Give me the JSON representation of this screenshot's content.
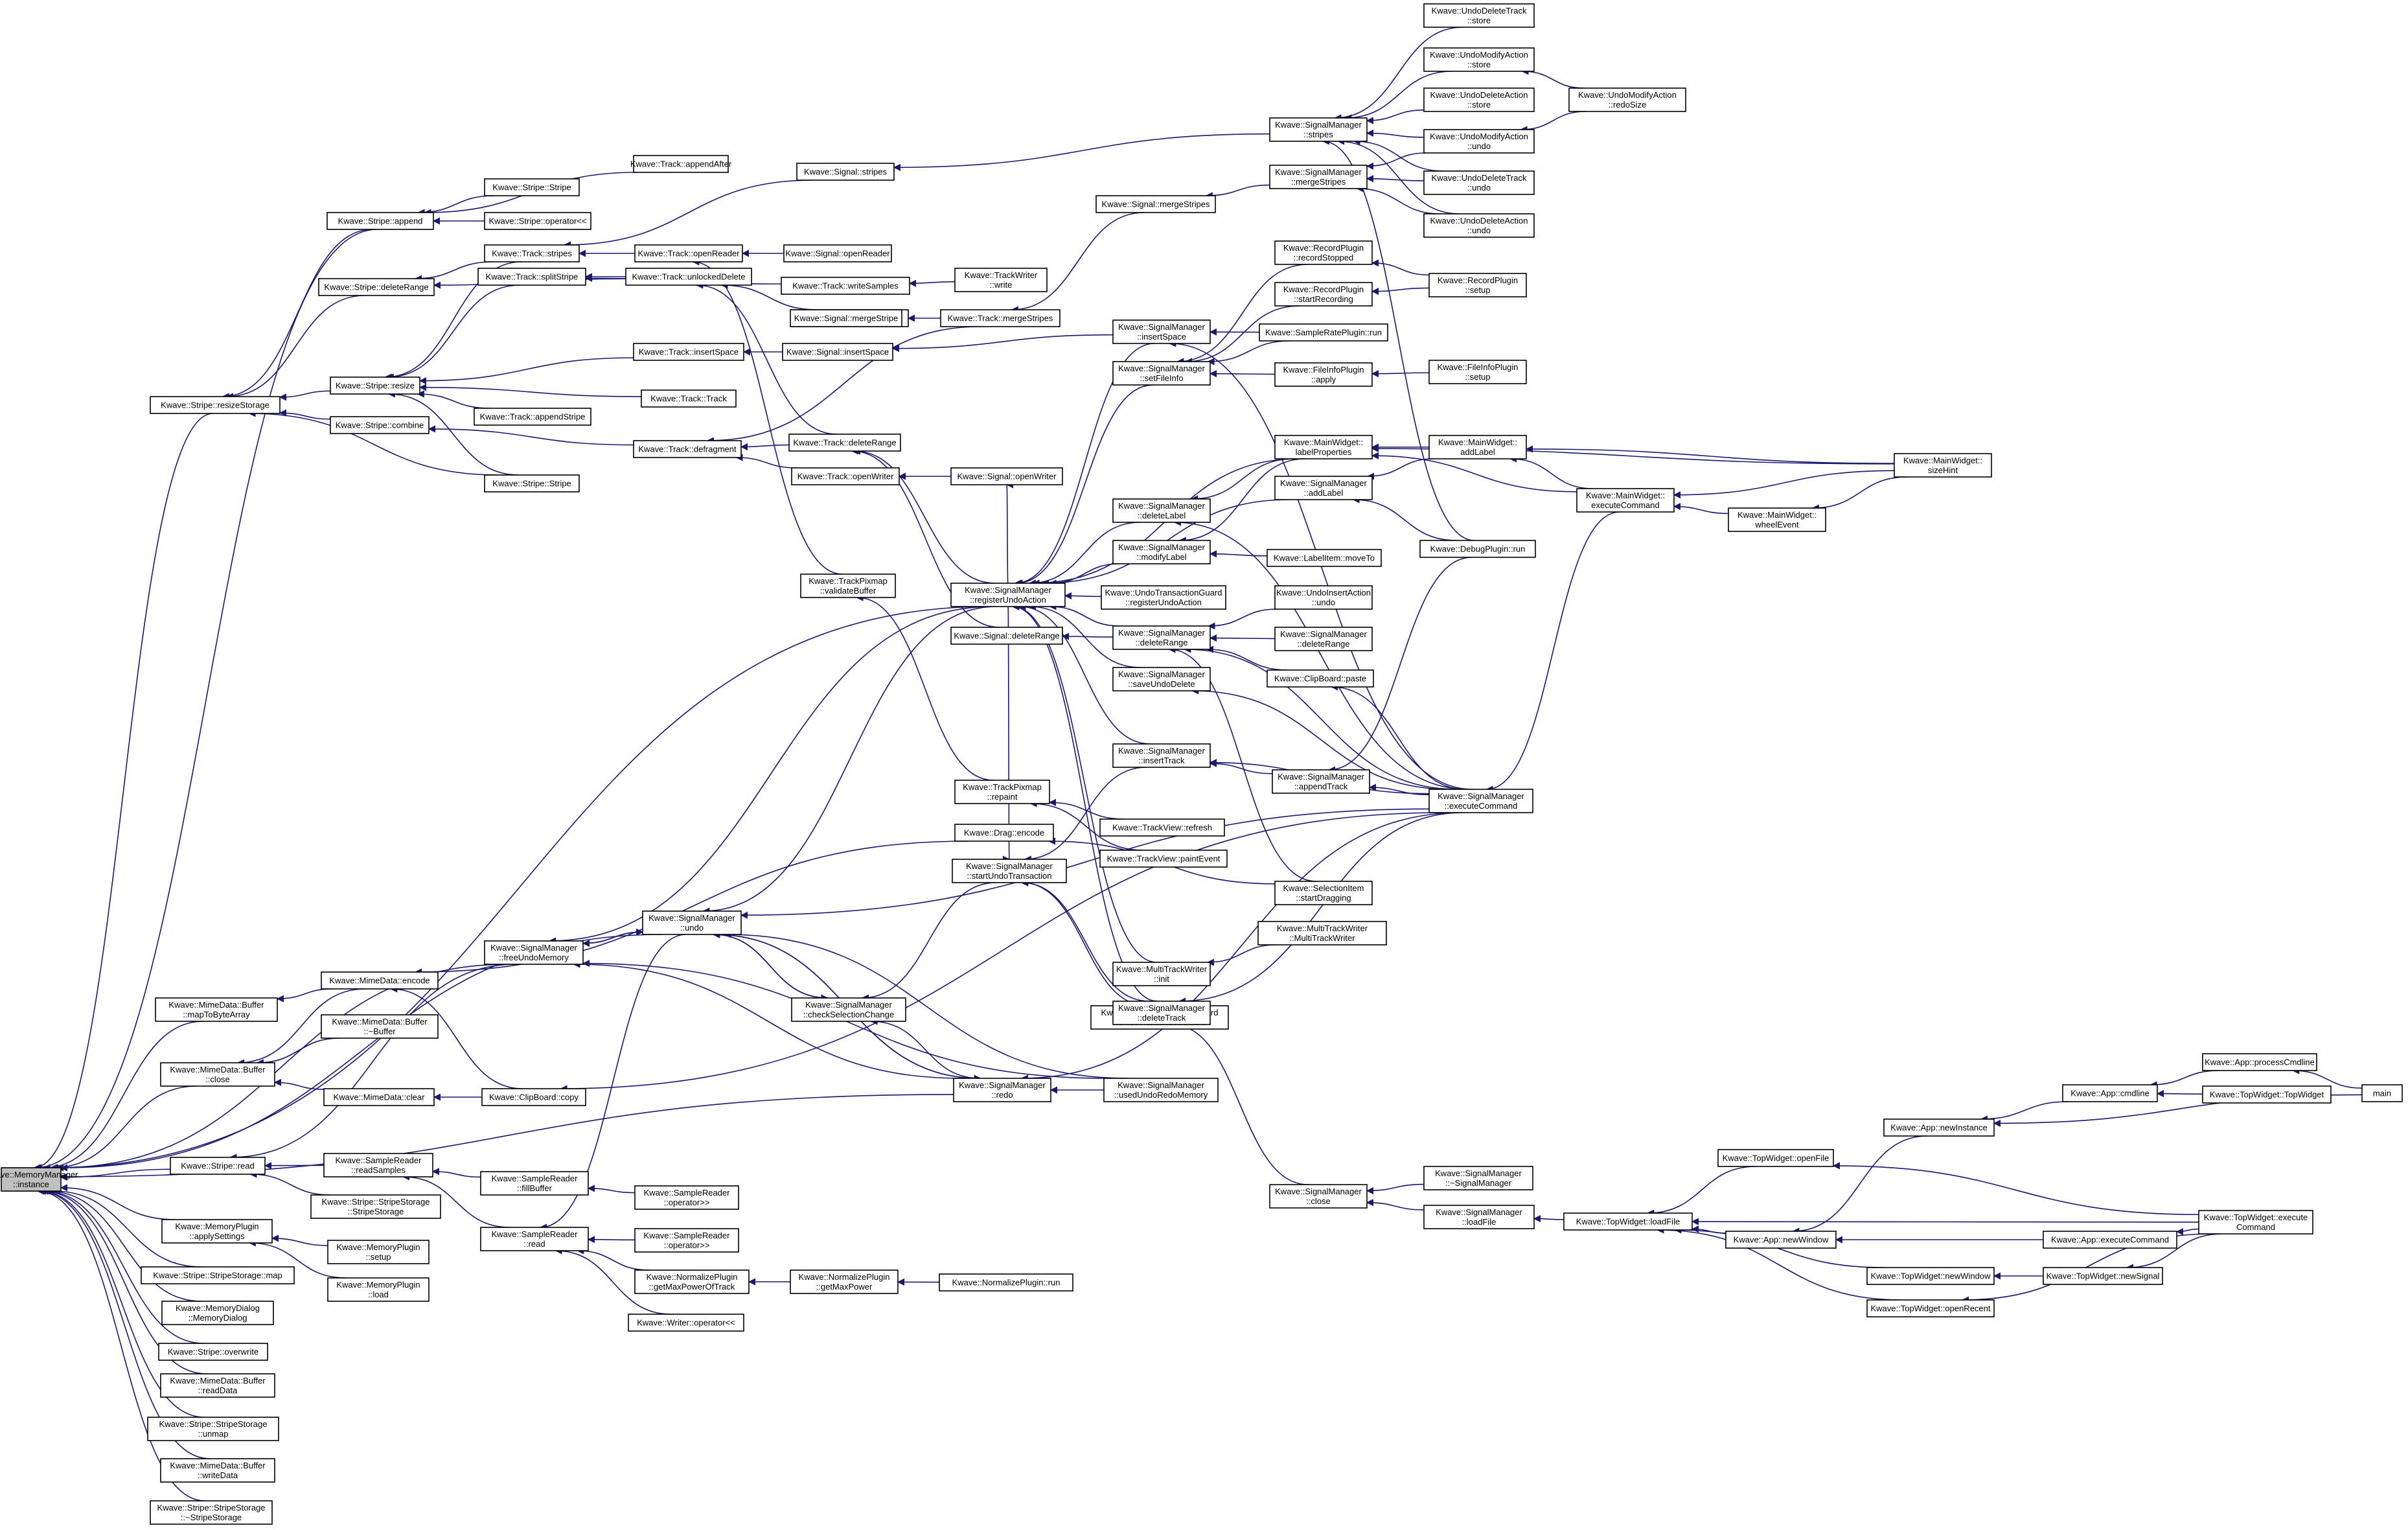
{
  "colors": {
    "edge": "#191970",
    "node_border": "#000000",
    "root_fill": "#bfbfbf",
    "node_fill": "#ffffff"
  },
  "nodes": {
    "mm": {
      "lines": [
        "Kwave::MemoryManager",
        "::instance"
      ],
      "root": true
    },
    "ch_i": {
      "lines": [
        "Kwave::Stripe::append"
      ]
    },
    "ch_ii": {
      "lines": [
        "Kwave::Stripe::resizeStorage"
      ]
    },
    "ch_iii": {
      "lines": [
        "Kwave::MimeData::Buffer",
        "::mapToByteArray"
      ]
    },
    "ch_iv": {
      "lines": [
        "Kwave::MimeData::Buffer",
        "::close"
      ]
    },
    "ch_v": {
      "lines": [
        "Kwave::Stripe::read"
      ]
    },
    "ch_vi": {
      "lines": [
        "Kwave::MemoryPlugin",
        "::applySettings"
      ]
    },
    "ch_vii": {
      "lines": [
        "Kwave::Stripe::StripeStorage::map"
      ]
    },
    "ch_viii": {
      "lines": [
        "Kwave::MemoryDialog",
        "::MemoryDialog"
      ]
    },
    "ch_ix": {
      "lines": [
        "Kwave::Stripe::overwrite"
      ]
    },
    "ch_x": {
      "lines": [
        "Kwave::MimeData::Buffer",
        "::readData"
      ]
    },
    "ch_xi": {
      "lines": [
        "Kwave::Stripe::StripeStorage",
        "::unmap"
      ]
    },
    "ch_xii": {
      "lines": [
        "Kwave::MimeData::Buffer",
        "::writeData"
      ]
    },
    "ch_xiii": {
      "lines": [
        "Kwave::Stripe::StripeStorage",
        "::~StripeStorage"
      ]
    },
    "trackAppendAfter": {
      "lines": [
        "Kwave::Track::appendAfter"
      ]
    },
    "stripeStripe1": {
      "lines": [
        "Kwave::Stripe::Stripe"
      ]
    },
    "stripeOpLL": {
      "lines": [
        "Kwave::Stripe::operator<<"
      ]
    },
    "stripeDeleteRange": {
      "lines": [
        "Kwave::Stripe::deleteRange"
      ]
    },
    "stripeResize": {
      "lines": [
        "Kwave::Stripe::resize"
      ]
    },
    "stripeCombine": {
      "lines": [
        "Kwave::Stripe::combine"
      ]
    },
    "stripeStripe2": {
      "lines": [
        "Kwave::Stripe::Stripe"
      ]
    },
    "trackStripes": {
      "lines": [
        "Kwave::Track::stripes"
      ]
    },
    "trackSplitStripe": {
      "lines": [
        "Kwave::Track::splitStripe"
      ]
    },
    "trackAppendStripe": {
      "lines": [
        "Kwave::Track::appendStripe"
      ]
    },
    "trackTrack": {
      "lines": [
        "Kwave::Track::Track"
      ]
    },
    "trackOpenReader": {
      "lines": [
        "Kwave::Track::openReader"
      ]
    },
    "trackUnlockedDelete": {
      "lines": [
        "Kwave::Track::unlockedDelete"
      ]
    },
    "trackInsertSpace": {
      "lines": [
        "Kwave::Track::insertSpace"
      ]
    },
    "trackDefragment": {
      "lines": [
        "Kwave::Track::defragment"
      ]
    },
    "trackOpenWriter": {
      "lines": [
        "Kwave::Track::openWriter"
      ]
    },
    "trackWriteSamples": {
      "lines": [
        "Kwave::Track::writeSamples"
      ]
    },
    "trackMergeStripe": {
      "lines": [
        "Kwave::Track::mergeStripe"
      ]
    },
    "trackDeleteRange": {
      "lines": [
        "Kwave::Track::deleteRange"
      ]
    },
    "trackMergeStripes": {
      "lines": [
        "Kwave::Track::mergeStripes"
      ]
    },
    "signalStripes": {
      "lines": [
        "Kwave::Signal::stripes"
      ]
    },
    "signalOpenReader": {
      "lines": [
        "Kwave::Signal::openReader"
      ]
    },
    "signalMergeStripe": {
      "lines": [
        "Kwave::Signal::mergeStripe"
      ]
    },
    "signalInsertSpace": {
      "lines": [
        "Kwave::Signal::insertSpace"
      ]
    },
    "signalOpenWriter": {
      "lines": [
        "Kwave::Signal::openWriter"
      ]
    },
    "signalMergeStripes": {
      "lines": [
        "Kwave::Signal::mergeStripes"
      ]
    },
    "signalDeleteRange": {
      "lines": [
        "Kwave::Signal::deleteRange"
      ]
    },
    "trackWriterWrite": {
      "lines": [
        "Kwave::TrackWriter",
        "::write"
      ]
    },
    "trackPixmapValidate": {
      "lines": [
        "Kwave::TrackPixmap",
        "::validateBuffer"
      ]
    },
    "trackPixmapRepaint": {
      "lines": [
        "Kwave::TrackPixmap",
        "::repaint"
      ]
    },
    "dragEncode": {
      "lines": [
        "Kwave::Drag::encode"
      ]
    },
    "smStartUndo": {
      "lines": [
        "Kwave::SignalManager",
        "::startUndoTransaction"
      ]
    },
    "smRegisterUndo": {
      "lines": [
        "Kwave::SignalManager",
        "::registerUndoAction"
      ]
    },
    "smFreeUndoMemory": {
      "lines": [
        "Kwave::SignalManager",
        "::freeUndoMemory"
      ]
    },
    "smUndo": {
      "lines": [
        "Kwave::SignalManager",
        "::undo"
      ]
    },
    "smCheckSel": {
      "lines": [
        "Kwave::SignalManager",
        "::checkSelectionChange"
      ]
    },
    "smRedo": {
      "lines": [
        "Kwave::SignalManager",
        "::redo"
      ]
    },
    "smUsedUndoRedo": {
      "lines": [
        "Kwave::SignalManager",
        "::usedUndoRedoMemory"
      ]
    },
    "smInsertSpace": {
      "lines": [
        "Kwave::SignalManager",
        "::insertSpace"
      ]
    },
    "smSetFileInfo": {
      "lines": [
        "Kwave::SignalManager",
        "::setFileInfo"
      ]
    },
    "smDeleteLabel": {
      "lines": [
        "Kwave::SignalManager",
        "::deleteLabel"
      ]
    },
    "smModifyLabel": {
      "lines": [
        "Kwave::SignalManager",
        "::modifyLabel"
      ]
    },
    "undoGuardReg": {
      "lines": [
        "Kwave::UndoTransactionGuard",
        "::registerUndoAction"
      ]
    },
    "smDeleteRange": {
      "lines": [
        "Kwave::SignalManager",
        "::deleteRange"
      ]
    },
    "smSaveUndoDelete": {
      "lines": [
        "Kwave::SignalManager",
        "::saveUndoDelete"
      ]
    },
    "smInsertTrack": {
      "lines": [
        "Kwave::SignalManager",
        "::insertTrack"
      ]
    },
    "trackViewRefresh": {
      "lines": [
        "Kwave::TrackView::refresh"
      ]
    },
    "trackViewPaint": {
      "lines": [
        "Kwave::TrackView::paintEvent"
      ]
    },
    "mtwInit": {
      "lines": [
        "Kwave::MultiTrackWriter",
        "::init"
      ]
    },
    "undoGuardCtor": {
      "lines": [
        "Kwave::UndoTransactionGuard",
        "::UndoTransactionGuard"
      ]
    },
    "smDeleteTrack": {
      "lines": [
        "Kwave::SignalManager",
        "::deleteTrack"
      ]
    },
    "smStripes": {
      "lines": [
        "Kwave::SignalManager",
        "::stripes"
      ]
    },
    "smMergeStripes": {
      "lines": [
        "Kwave::SignalManager",
        "::mergeStripes"
      ]
    },
    "recordStopped": {
      "lines": [
        "Kwave::RecordPlugin",
        "::recordStopped"
      ]
    },
    "recordStart": {
      "lines": [
        "Kwave::RecordPlugin",
        "::startRecording"
      ]
    },
    "sampleRateRun": {
      "lines": [
        "Kwave::SampleRatePlugin::run"
      ]
    },
    "fileInfoApply": {
      "lines": [
        "Kwave::FileInfoPlugin",
        "::apply"
      ]
    },
    "mwLabelProps": {
      "lines": [
        "Kwave::MainWidget::",
        "labelProperties"
      ]
    },
    "smAddLabel": {
      "lines": [
        "Kwave::SignalManager",
        "::addLabel"
      ]
    },
    "labelItemMoveTo": {
      "lines": [
        "Kwave::LabelItem::moveTo"
      ]
    },
    "undoInsertUndo": {
      "lines": [
        "Kwave::UndoInsertAction",
        "::undo"
      ]
    },
    "smDeleteRange2": {
      "lines": [
        "Kwave::SignalManager",
        "::deleteRange"
      ]
    },
    "clipPaste": {
      "lines": [
        "Kwave::ClipBoard::paste"
      ]
    },
    "smAppendTrack": {
      "lines": [
        "Kwave::SignalManager",
        "::appendTrack"
      ]
    },
    "selStartDrag": {
      "lines": [
        "Kwave::SelectionItem",
        "::startDragging"
      ]
    },
    "mtwCtor": {
      "lines": [
        "Kwave::MultiTrackWriter",
        "::MultiTrackWriter"
      ]
    },
    "smClose": {
      "lines": [
        "Kwave::SignalManager",
        "::close"
      ]
    },
    "udtStore": {
      "lines": [
        "Kwave::UndoDeleteTrack",
        "::store"
      ]
    },
    "umaStore": {
      "lines": [
        "Kwave::UndoModifyAction",
        "::store"
      ]
    },
    "udaStore": {
      "lines": [
        "Kwave::UndoDeleteAction",
        "::store"
      ]
    },
    "umaUndo": {
      "lines": [
        "Kwave::UndoModifyAction",
        "::undo"
      ]
    },
    "udtUndo": {
      "lines": [
        "Kwave::UndoDeleteTrack",
        "::undo"
      ]
    },
    "udaUndo": {
      "lines": [
        "Kwave::UndoDeleteAction",
        "::undo"
      ]
    },
    "umaRedoSize": {
      "lines": [
        "Kwave::UndoModifyAction",
        "::redoSize"
      ]
    },
    "recordSetup": {
      "lines": [
        "Kwave::RecordPlugin",
        "::setup"
      ]
    },
    "fileInfoSetup": {
      "lines": [
        "Kwave::FileInfoPlugin",
        "::setup"
      ]
    },
    "mwAddLabel": {
      "lines": [
        "Kwave::MainWidget::",
        "addLabel"
      ]
    },
    "debugRun": {
      "lines": [
        "Kwave::DebugPlugin::run"
      ]
    },
    "smExecute": {
      "lines": [
        "Kwave::SignalManager",
        "::executeCommand"
      ]
    },
    "mwExecute": {
      "lines": [
        "Kwave::MainWidget::",
        "executeCommand"
      ]
    },
    "mwWheel": {
      "lines": [
        "Kwave::MainWidget::",
        "wheelEvent"
      ]
    },
    "mwSizeHint": {
      "lines": [
        "Kwave::MainWidget::",
        "sizeHint"
      ]
    },
    "smDtor": {
      "lines": [
        "Kwave::SignalManager",
        "::~SignalManager"
      ]
    },
    "smLoadFile": {
      "lines": [
        "Kwave::SignalManager",
        "::loadFile"
      ]
    },
    "twLoadFile": {
      "lines": [
        "Kwave::TopWidget::loadFile"
      ]
    },
    "twOpenFile": {
      "lines": [
        "Kwave::TopWidget::openFile"
      ]
    },
    "appNewWindow": {
      "lines": [
        "Kwave::App::newWindow"
      ]
    },
    "twNewWindow": {
      "lines": [
        "Kwave::TopWidget::newWindow"
      ]
    },
    "twOpenRecent": {
      "lines": [
        "Kwave::TopWidget::openRecent"
      ]
    },
    "appNewInstance": {
      "lines": [
        "Kwave::App::newInstance"
      ]
    },
    "appCmdline": {
      "lines": [
        "Kwave::App::cmdline"
      ]
    },
    "appProcessCmdline": {
      "lines": [
        "Kwave::App::processCmdline"
      ]
    },
    "twTopWidget": {
      "lines": [
        "Kwave::TopWidget::TopWidget"
      ]
    },
    "main": {
      "lines": [
        "main"
      ]
    },
    "appExecute": {
      "lines": [
        "Kwave::App::executeCommand"
      ]
    },
    "twNewSignal": {
      "lines": [
        "Kwave::TopWidget::newSignal"
      ]
    },
    "twExecute": {
      "lines": [
        "Kwave::TopWidget::execute",
        "Command"
      ]
    },
    "mdEncode": {
      "lines": [
        "Kwave::MimeData::encode"
      ]
    },
    "mdBufferDtor": {
      "lines": [
        "Kwave::MimeData::Buffer",
        "::~Buffer"
      ]
    },
    "mdClear": {
      "lines": [
        "Kwave::MimeData::clear"
      ]
    },
    "clipCopy": {
      "lines": [
        "Kwave::ClipBoard::copy"
      ]
    },
    "srReadSamples": {
      "lines": [
        "Kwave::SampleReader",
        "::readSamples"
      ]
    },
    "srFillBuffer": {
      "lines": [
        "Kwave::SampleReader",
        "::fillBuffer"
      ]
    },
    "srRead": {
      "lines": [
        "Kwave::SampleReader",
        "::read"
      ]
    },
    "ssCtor": {
      "lines": [
        "Kwave::Stripe::StripeStorage",
        "::StripeStorage"
      ]
    },
    "srOp1": {
      "lines": [
        "Kwave::SampleReader",
        "::operator>>"
      ]
    },
    "srOp2": {
      "lines": [
        "Kwave::SampleReader",
        "::operator>>"
      ]
    },
    "npGetMaxTrack": {
      "lines": [
        "Kwave::NormalizePlugin",
        "::getMaxPowerOfTrack"
      ]
    },
    "npGetMax": {
      "lines": [
        "Kwave::NormalizePlugin",
        "::getMaxPower"
      ]
    },
    "npRun": {
      "lines": [
        "Kwave::NormalizePlugin::run"
      ]
    },
    "writerOp": {
      "lines": [
        "Kwave::Writer::operator<<"
      ]
    },
    "mpSetup": {
      "lines": [
        "Kwave::MemoryPlugin",
        "::setup"
      ]
    },
    "mpLoad": {
      "lines": [
        "Kwave::MemoryPlugin",
        "::load"
      ]
    }
  }
}
